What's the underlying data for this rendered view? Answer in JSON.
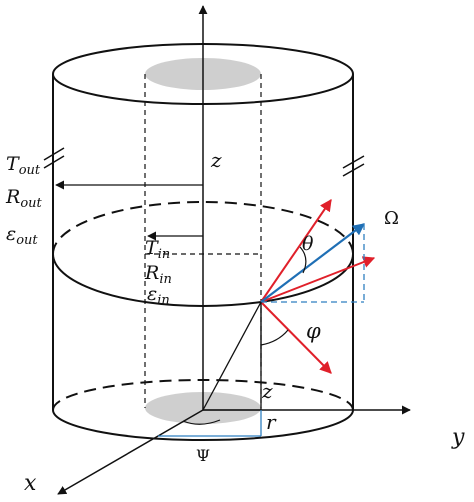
{
  "labels": {
    "z_top": "z",
    "z_bottom": "z",
    "x_axis": "x",
    "y_axis": "y",
    "r": "r",
    "psi": "Ψ",
    "theta": "θ",
    "phi": "φ",
    "omega": "Ω",
    "outer": {
      "T": "T",
      "T_sub": "out",
      "R": "R",
      "R_sub": "out",
      "eps": "ε",
      "eps_sub": "out"
    },
    "inner": {
      "T": "T",
      "T_sub": "in",
      "R": "R",
      "R_sub": "in",
      "eps": "ε",
      "eps_sub": "in"
    }
  },
  "colors": {
    "line": "#111111",
    "arrow_red": "#e0202a",
    "arrow_blue": "#1f6fb5",
    "projection_blue": "#2f7fc0",
    "disk_fill": "#cfcfcf"
  }
}
